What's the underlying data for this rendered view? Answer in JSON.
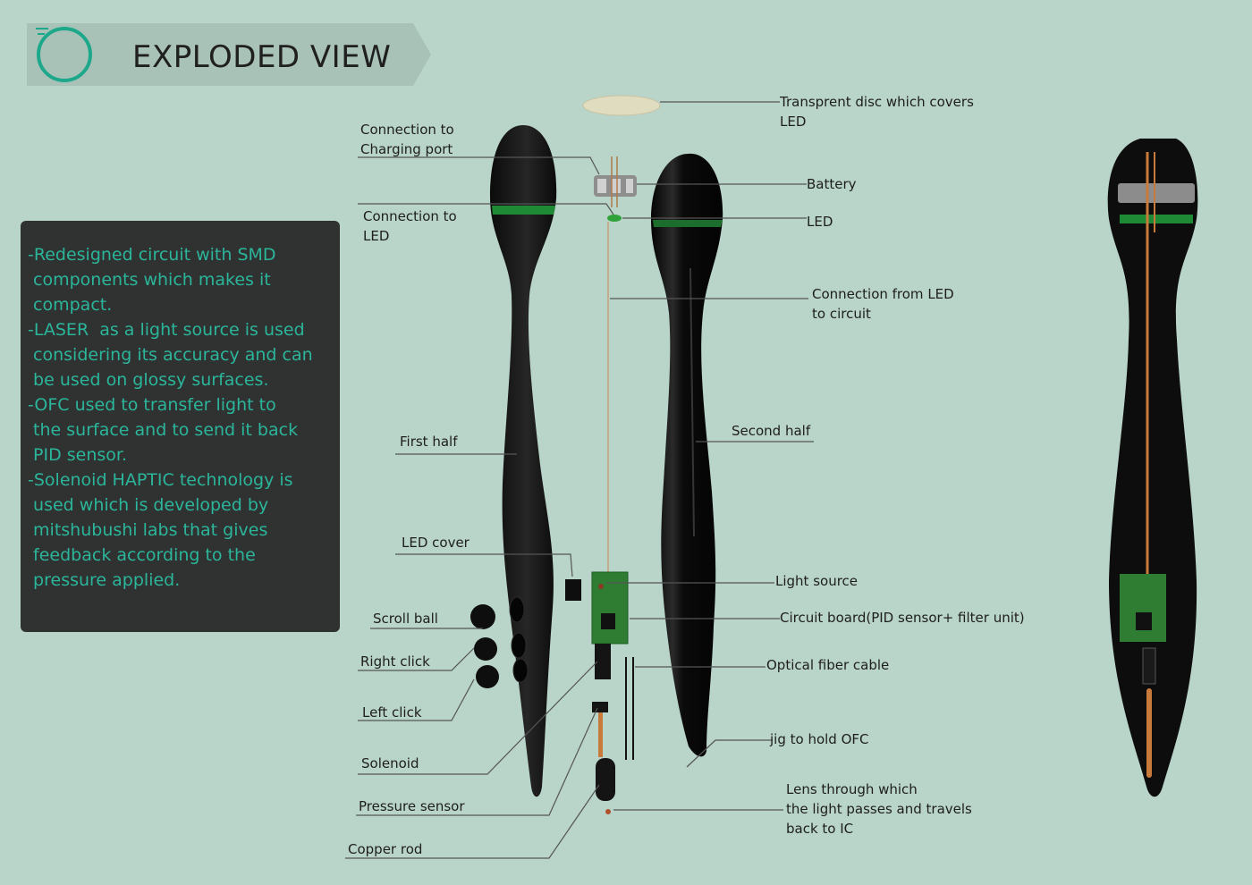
{
  "header": {
    "title": "EXPLODED VIEW",
    "logo_icon": "ring-icon",
    "colors": {
      "banner": "#a9c2b7",
      "ring": "#1ea88b"
    }
  },
  "info_panel": {
    "items": [
      "-Redesigned circuit with SMD\n components which makes it\n compact.",
      "-LASER  as a light source is used\n considering its accuracy and can\n be used on glossy surfaces.",
      "-OFC used to transfer light to\n the surface and to send it back\n PID sensor.",
      "-Solenoid HAPTIC technology is\n used which is developed by\n mitshubushi labs that gives\n feedback according to the\n pressure applied."
    ],
    "colors": {
      "background": "#303232",
      "text": "#2bb59a"
    }
  },
  "labels": {
    "charging_port": "Connection to\nCharging port",
    "led_connection": "Connection to\nLED",
    "first_half": "First half",
    "led_cover": "LED  cover",
    "scroll_ball": "Scroll ball",
    "right_click": "Right click",
    "left_click": "Left click",
    "solenoid": "Solenoid",
    "pressure_sensor": "Pressure sensor",
    "copper_rod": "Copper rod",
    "disc": "Transprent disc which covers\nLED",
    "battery": "Battery",
    "led": "LED",
    "led_to_circuit": "Connection from LED\nto circuit",
    "second_half": "Second half",
    "light_source": "Light source",
    "circuit_board": "Circuit board(PID sensor+ filter unit)",
    "optical_fiber": "Optical fiber cable",
    "jig": "jig to hold OFC",
    "lens": "Lens through which\nthe light passes and travels\nback to IC"
  },
  "colors": {
    "pen_body": "#141414",
    "accent_band": "#1f8a35",
    "pcb": "#2f7d33",
    "copper": "#c87a3a",
    "disc": "#e0dcc0"
  }
}
